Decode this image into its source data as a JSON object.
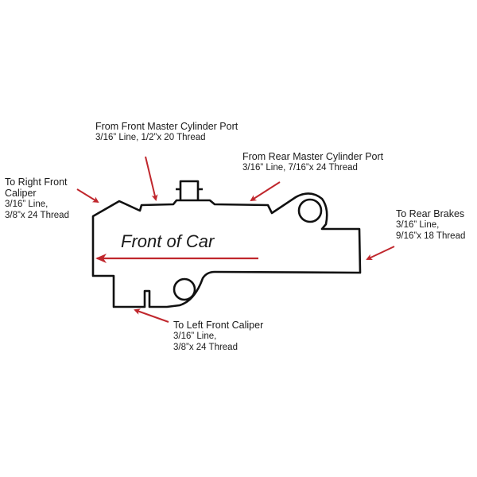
{
  "colors": {
    "arrow": "#c0272d",
    "outline": "#111111"
  },
  "body_label": "Front of Car",
  "labels": {
    "front_master": {
      "title": "From Front Master Cylinder Port",
      "lines": [
        "3/16” Line, 1/2”x 20 Thread"
      ]
    },
    "rear_master": {
      "title": "From Rear Master Cylinder Port",
      "lines": [
        "3/16” Line, 7/16”x 24 Thread"
      ]
    },
    "right_front": {
      "title": "To Right Front",
      "lines": [
        "Caliper",
        "3/16” Line,",
        "3/8”x 24 Thread"
      ]
    },
    "rear_brakes": {
      "title": "To Rear Brakes",
      "lines": [
        "3/16” Line,",
        "9/16”x 18 Thread"
      ]
    },
    "left_front": {
      "title": "To Left Front Caliper",
      "lines": [
        "3/16” Line,",
        "3/8”x 24 Thread"
      ]
    }
  }
}
